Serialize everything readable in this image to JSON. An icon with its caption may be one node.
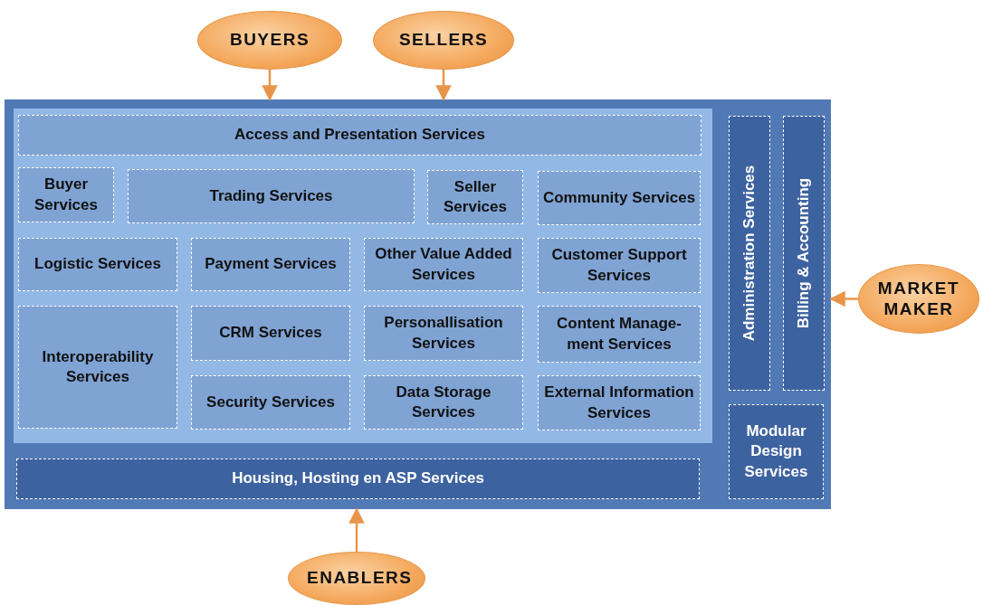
{
  "diagram": {
    "nodes": [
      {
        "text": [],
        "shape": "box"
      },
      {
        "text": [],
        "shape": "box",
        "in": 0
      },
      {
        "text": [
          "Access and Presentation Services"
        ],
        "in": 1
      },
      {
        "text": [
          "Buyer Services"
        ],
        "in": 1
      },
      {
        "text": [
          "Trading Services"
        ],
        "in": 1
      },
      {
        "text": [
          "Seller Services"
        ],
        "in": 1
      },
      {
        "text": [
          "Community Services"
        ],
        "in": 1
      },
      {
        "text": [
          "Logistic Services"
        ],
        "in": 1
      },
      {
        "text": [
          "Payment Services"
        ],
        "in": 1
      },
      {
        "text": [
          "Other Value Added Services"
        ],
        "in": 1
      },
      {
        "text": [
          "Customer Support Services"
        ],
        "in": 1
      },
      {
        "text": [
          "Interoperability Services"
        ],
        "in": 1
      },
      {
        "text": [
          "CRM Services"
        ],
        "in": 1
      },
      {
        "text": [
          "Personallisation Services"
        ],
        "in": 1
      },
      {
        "text": [
          "Content Manage- ment Services"
        ],
        "in": 1
      },
      {
        "text": [
          "Security Services"
        ],
        "in": 1
      },
      {
        "text": [
          "Data Storage Services"
        ],
        "in": 1
      },
      {
        "text": [
          "External Information Services"
        ],
        "in": 1
      },
      {
        "text": [
          "Housing, Hosting en ASP Services"
        ],
        "in": 0
      },
      {
        "text": [
          "Administration Services"
        ],
        "in": 0
      },
      {
        "text": [
          "Billing & Accounting"
        ],
        "in": 0
      },
      {
        "text": [
          "Modular Design Services"
        ],
        "in": 0
      },
      {
        "text": [
          "BUYERS"
        ]
      },
      {
        "text": [
          "SELLERS"
        ]
      },
      {
        "text": [
          "MARKET MAKER"
        ]
      },
      {
        "text": [
          "ENABLERS"
        ]
      }
    ],
    "edges": [
      {
        "from": 22,
        "to": 0,
        "arrow": "to"
      },
      {
        "from": 23,
        "to": 0,
        "arrow": "to"
      },
      {
        "from": 24,
        "to": 0,
        "arrow": "to"
      },
      {
        "from": 25,
        "to": 0,
        "arrow": "to"
      }
    ]
  }
}
